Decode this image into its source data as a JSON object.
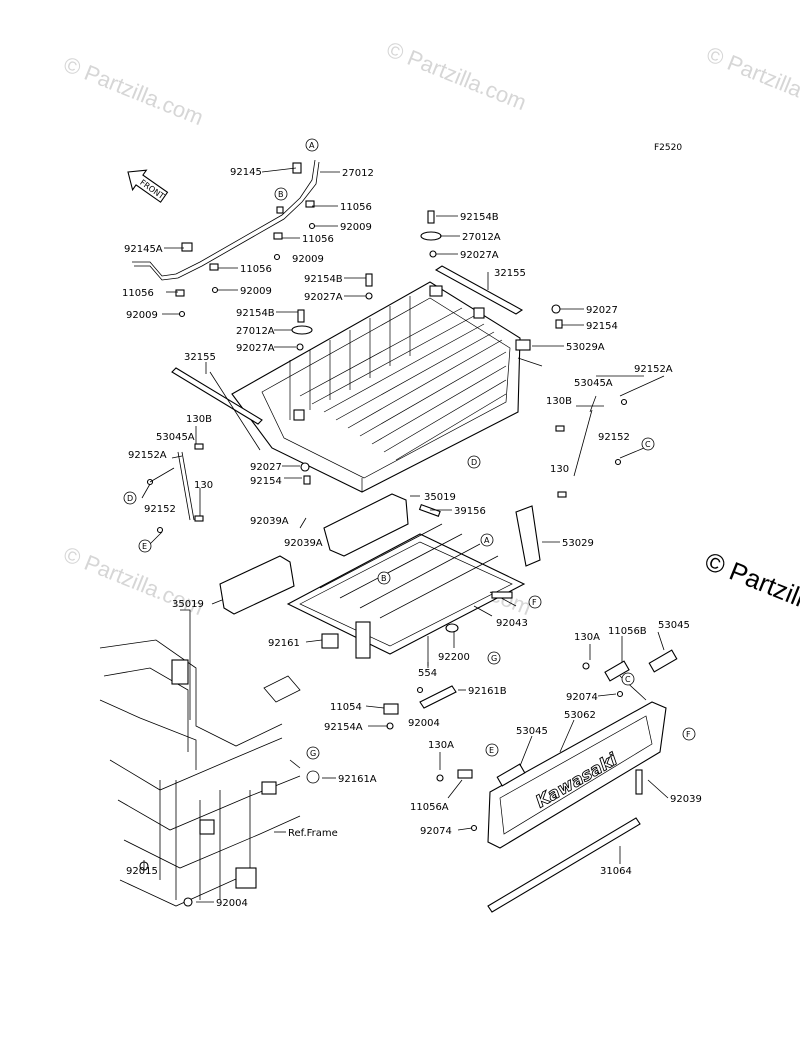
{
  "diagram_code": "F2520",
  "front_label": "FRONT",
  "watermark": "© Partzilla.com",
  "watermark_right": "© Partzill",
  "brand_text": "Kawasaki",
  "ref_frame": "Ref.Frame",
  "labels": {
    "l92145": "92145",
    "l27012": "27012",
    "l11056_a": "11056",
    "l92009_a": "92009",
    "l11056_b": "11056",
    "l92145A": "92145A",
    "l11056_c": "11056",
    "l92009_b": "92009",
    "l11056_d": "11056",
    "l92009_c": "92009",
    "l92009_d": "92009",
    "l92154B_a": "92154B",
    "l27012A_a": "27012A",
    "l92027A_a": "92027A",
    "l32155_a": "32155",
    "l92027_a": "92027",
    "l92154_a": "92154",
    "l53029A": "53029A",
    "l92154B_b": "92154B",
    "l92027A_b": "92027A",
    "l92154B_c": "92154B",
    "l27012A_b": "27012A",
    "l92027A_c": "92027A",
    "l32155_b": "32155",
    "l92152A_a": "92152A",
    "l53045A_a": "53045A",
    "l130B_a": "130B",
    "l92152_a": "92152",
    "l130_a": "130",
    "l130B_b": "130B",
    "l53045A_b": "53045A",
    "l92152A_b": "92152A",
    "l130_b": "130",
    "l92152_b": "92152",
    "l92027_b": "92027",
    "l92154_b": "92154",
    "l35019_a": "35019",
    "l39156": "39156",
    "l92039A_a": "92039A",
    "l92039A_b": "92039A",
    "l53029": "53029",
    "l35019_b": "35019",
    "l92043": "92043",
    "l92161": "92161",
    "l92200": "92200",
    "l554": "554",
    "l92161B": "92161B",
    "l11054": "11054",
    "l92004_a": "92004",
    "l92154A": "92154A",
    "l130A_a": "130A",
    "l11056B": "11056B",
    "l53045_a": "53045",
    "l92074_a": "92074",
    "l53062": "53062",
    "l53045_b": "53045",
    "l130A_b": "130A",
    "l11056A": "11056A",
    "l92039": "92039",
    "l92074_b": "92074",
    "l92161A": "92161A",
    "l31064": "31064",
    "l92015": "92015",
    "l92004_b": "92004"
  },
  "callouts": {
    "A1": "A",
    "B1": "B",
    "A2": "A",
    "B2": "B",
    "C1": "C",
    "C2": "C",
    "D1": "D",
    "D2": "D",
    "E1": "E",
    "E2": "E",
    "F1": "F",
    "F2": "F",
    "G1": "G",
    "G2": "G"
  }
}
